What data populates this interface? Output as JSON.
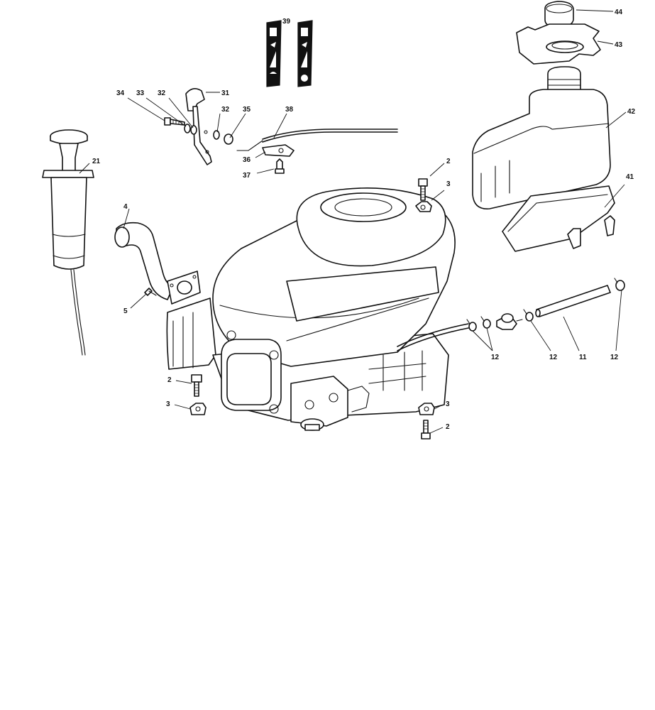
{
  "callouts": {
    "c2_top": "2",
    "c3_top": "3",
    "c2_left": "2",
    "c3_left": "3",
    "c3_right": "3",
    "c2_right": "2",
    "c4": "4",
    "c5": "5",
    "c11": "11",
    "c12_a": "12",
    "c12_b": "12",
    "c12_c": "12",
    "c21": "21",
    "c31": "31",
    "c32_a": "32",
    "c32_b": "32",
    "c33": "33",
    "c34": "34",
    "c35": "35",
    "c36": "36",
    "c37": "37",
    "c38": "38",
    "c39": "39",
    "c41": "41",
    "c42": "42",
    "c43": "43",
    "c44": "44"
  },
  "colors": {
    "line": "#111111",
    "background": "#ffffff",
    "decal": "#111111"
  }
}
